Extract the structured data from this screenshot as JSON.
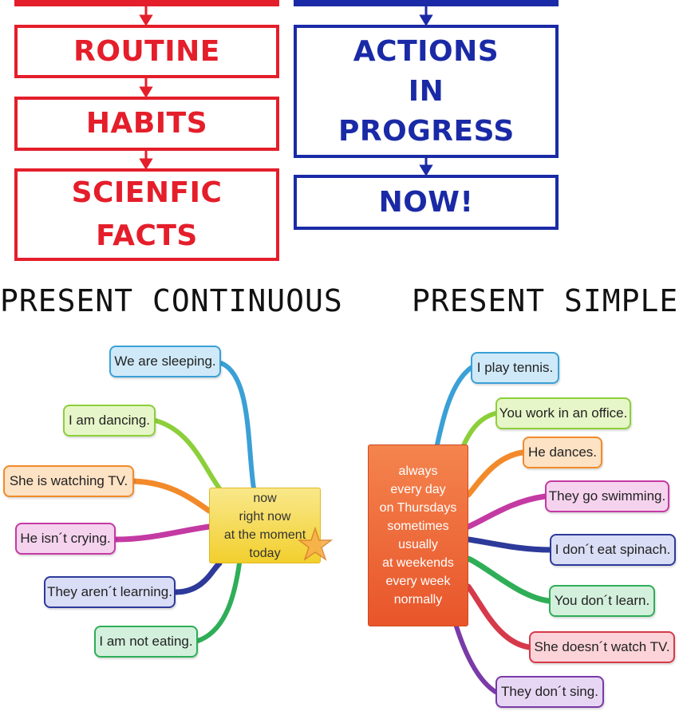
{
  "top_red_boxes": [
    "ROUTINE",
    "HABITS",
    "SCIENFIC FACTS"
  ],
  "top_blue_boxes": [
    "ACTIONS IN PROGRESS",
    "NOW!"
  ],
  "headings": {
    "left": "PRESENT CONTINUOUS",
    "right": "PRESENT SIMPLE"
  },
  "continuous_map": {
    "center_lines": [
      "now",
      "right now",
      "at the moment",
      "today"
    ],
    "center_color": "#f5d540",
    "branches": [
      {
        "text": "We are sleeping.",
        "color": "#3aa0d6",
        "fill": "#cfe9f8"
      },
      {
        "text": "I am dancing.",
        "color": "#8ccf3a",
        "fill": "#e7f6c8"
      },
      {
        "text": "She is watching TV.",
        "color": "#f28a2b",
        "fill": "#fde2c4"
      },
      {
        "text": "He isn´t crying.",
        "color": "#c43aa3",
        "fill": "#f5d3ee"
      },
      {
        "text": "They aren´t learning.",
        "color": "#2d3a9a",
        "fill": "#d9ddf5"
      },
      {
        "text": "I am not eating.",
        "color": "#2fae58",
        "fill": "#d3f0dc"
      }
    ]
  },
  "simple_map": {
    "center_lines": [
      "always",
      "every day",
      "on Thursdays",
      "sometimes",
      "usually",
      "at weekends",
      "every week",
      "normally"
    ],
    "center_color": "#f06a3a",
    "branches": [
      {
        "text": "I play tennis.",
        "color": "#3aa0d6",
        "fill": "#cfe9f8"
      },
      {
        "text": "You work in an office.",
        "color": "#8ccf3a",
        "fill": "#e7f6c8"
      },
      {
        "text": "He dances.",
        "color": "#f28a2b",
        "fill": "#fde2c4"
      },
      {
        "text": "They go swimming.",
        "color": "#c43aa3",
        "fill": "#f5d3ee"
      },
      {
        "text": "I don´t eat spinach.",
        "color": "#2d3a9a",
        "fill": "#d9ddf5"
      },
      {
        "text": "You don´t learn.",
        "color": "#2fae58",
        "fill": "#d3f0dc"
      },
      {
        "text": "She doesn´t watch TV.",
        "color": "#d63a4a",
        "fill": "#fbd3d8"
      },
      {
        "text": "They don´t sing.",
        "color": "#7a3aa8",
        "fill": "#e6d6f3"
      }
    ]
  }
}
